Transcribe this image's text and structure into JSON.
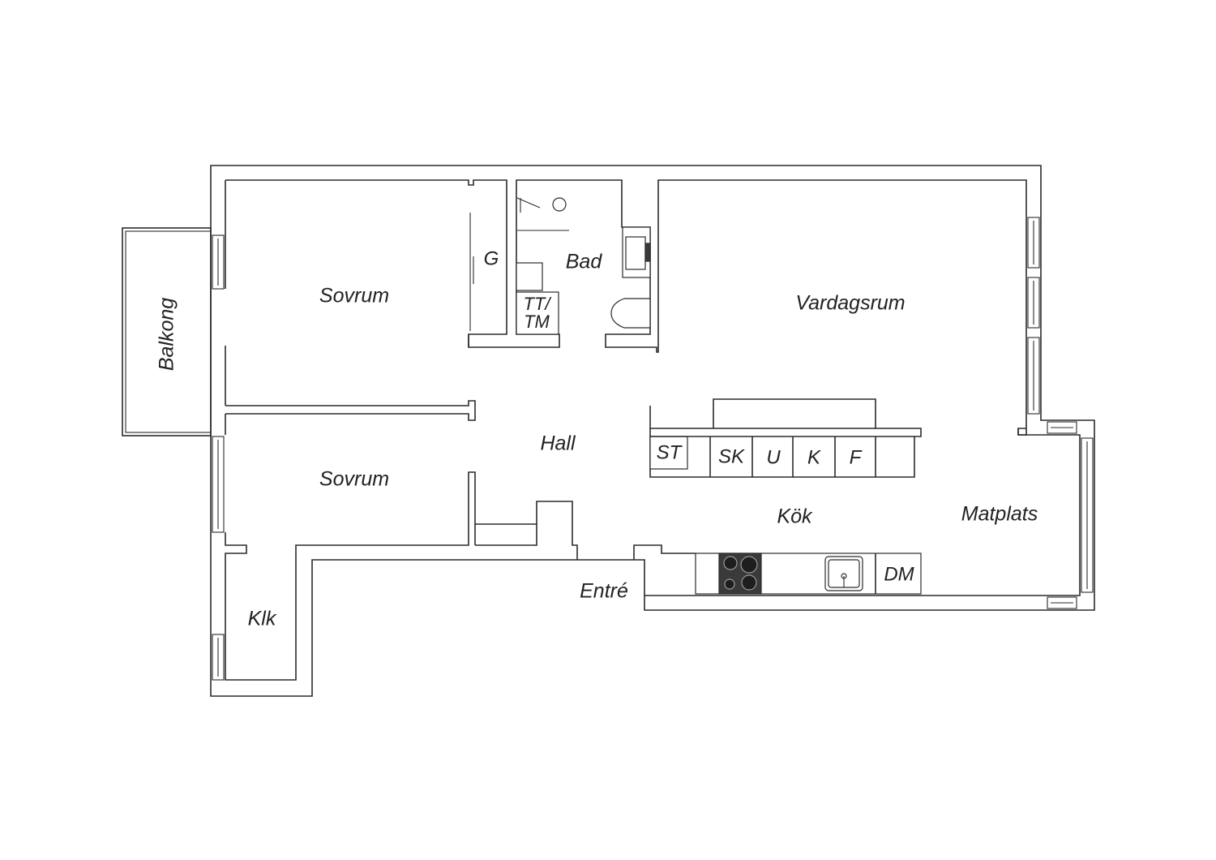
{
  "rooms": {
    "balkong": "Balkong",
    "sovrum_upper": "Sovrum",
    "sovrum_lower": "Sovrum",
    "klk": "Klk",
    "bad": "Bad",
    "garderob": "G",
    "tt": "TT/",
    "tm": "TM",
    "hall": "Hall",
    "vardagsrum": "Vardagsrum",
    "kok": "Kök",
    "matplats": "Matplats",
    "entre": "Entré"
  },
  "appliances": {
    "st": "ST",
    "sk": "SK",
    "u": "U",
    "k": "K",
    "f": "F",
    "dm": "DM"
  },
  "icons": {
    "shower": "shower-icon",
    "sink": "washbasin-icon",
    "toilet": "toilet-icon",
    "hob": "hob-icon",
    "kitchen_sink": "kitchen-sink-icon"
  }
}
